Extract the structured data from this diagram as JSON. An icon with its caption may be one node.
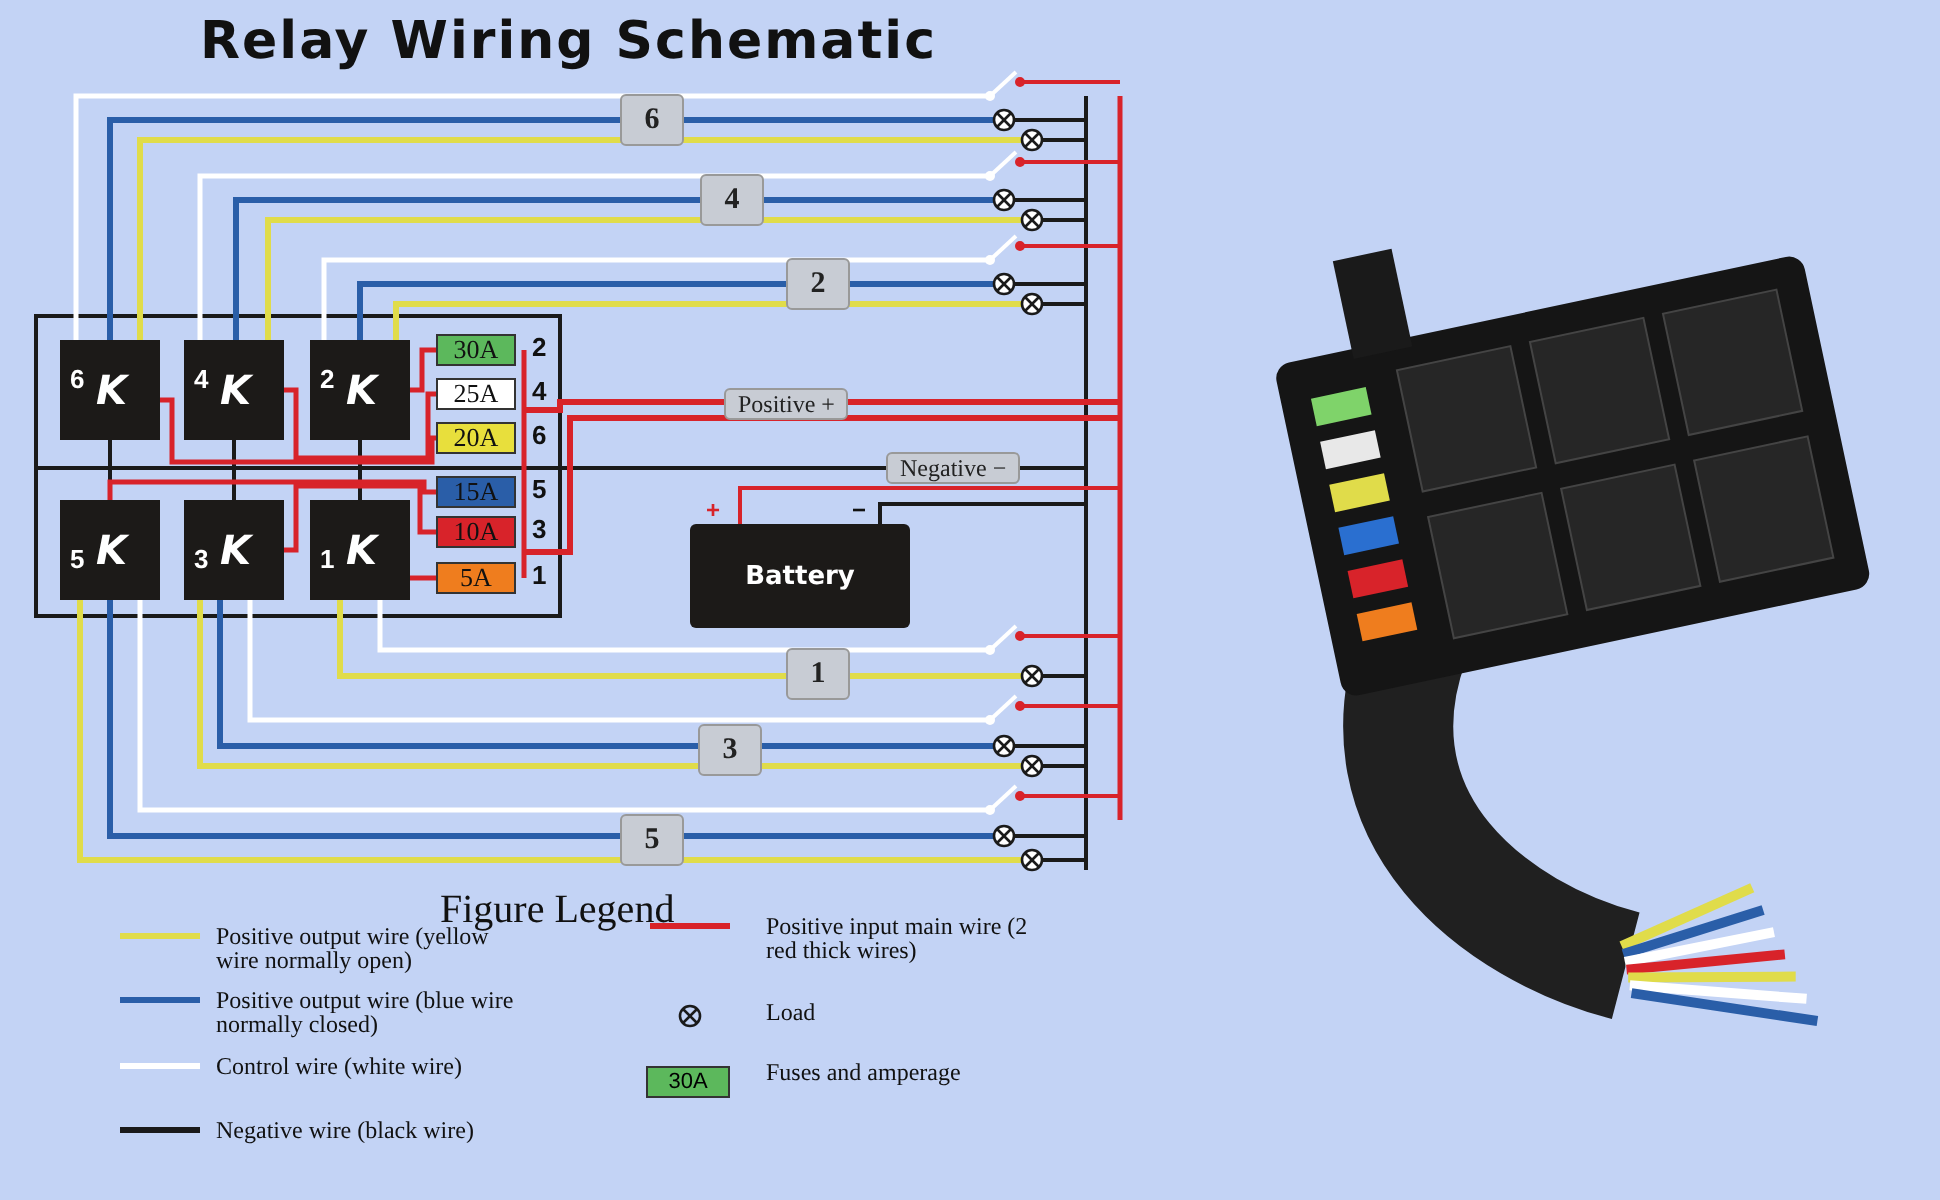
{
  "diagram": {
    "title": "Relay Wiring Schematic",
    "nodes": [
      {
        "text": [
          "6",
          "K"
        ]
      },
      {
        "text": [
          "4",
          "K"
        ]
      },
      {
        "text": [
          "2",
          "K"
        ]
      },
      {
        "text": [
          "30A"
        ],
        "beside": [
          "2"
        ]
      },
      {
        "text": [
          "25A"
        ],
        "beside": [
          "4"
        ]
      },
      {
        "text": [
          "20A"
        ],
        "beside": [
          "6"
        ]
      },
      {
        "text": [
          "5",
          "K"
        ]
      },
      {
        "text": [
          "3",
          "K"
        ]
      },
      {
        "text": [
          "1",
          "K"
        ]
      },
      {
        "text": [
          "15A"
        ],
        "beside": [
          "5"
        ]
      },
      {
        "text": [
          "10A"
        ],
        "beside": [
          "3"
        ]
      },
      {
        "text": [
          "5A"
        ],
        "beside": [
          "1"
        ]
      },
      {
        "text": [
          "Battery"
        ]
      }
    ],
    "edges": [
      {
        "from": 3,
        "to": 2,
        "arrow": "none"
      },
      {
        "from": 4,
        "to": 1,
        "arrow": "none"
      },
      {
        "from": 5,
        "to": 0,
        "arrow": "none"
      },
      {
        "from": 9,
        "to": 6,
        "arrow": "none"
      },
      {
        "from": 10,
        "to": 7,
        "arrow": "none"
      },
      {
        "from": 11,
        "to": 8,
        "arrow": "none"
      }
    ],
    "labels": [
      "6",
      "4",
      "2",
      "Positive +",
      "Negative −",
      "+",
      "−",
      "1",
      "3",
      "5",
      "Figure Legend",
      "30A"
    ],
    "legend": [
      {
        "text": "Positive output wire (yellow wire normally open)"
      },
      {
        "text": "Positive output wire (blue wire normally closed)"
      },
      {
        "text": "Control wire (white wire)"
      },
      {
        "text": "Negative wire (black wire)"
      },
      {
        "text": "Positive input main wire (2 red thick wires)"
      },
      {
        "text": "Load"
      },
      {
        "text": "Fuses and amperage",
        "color": "#5cb85c"
      }
    ]
  }
}
